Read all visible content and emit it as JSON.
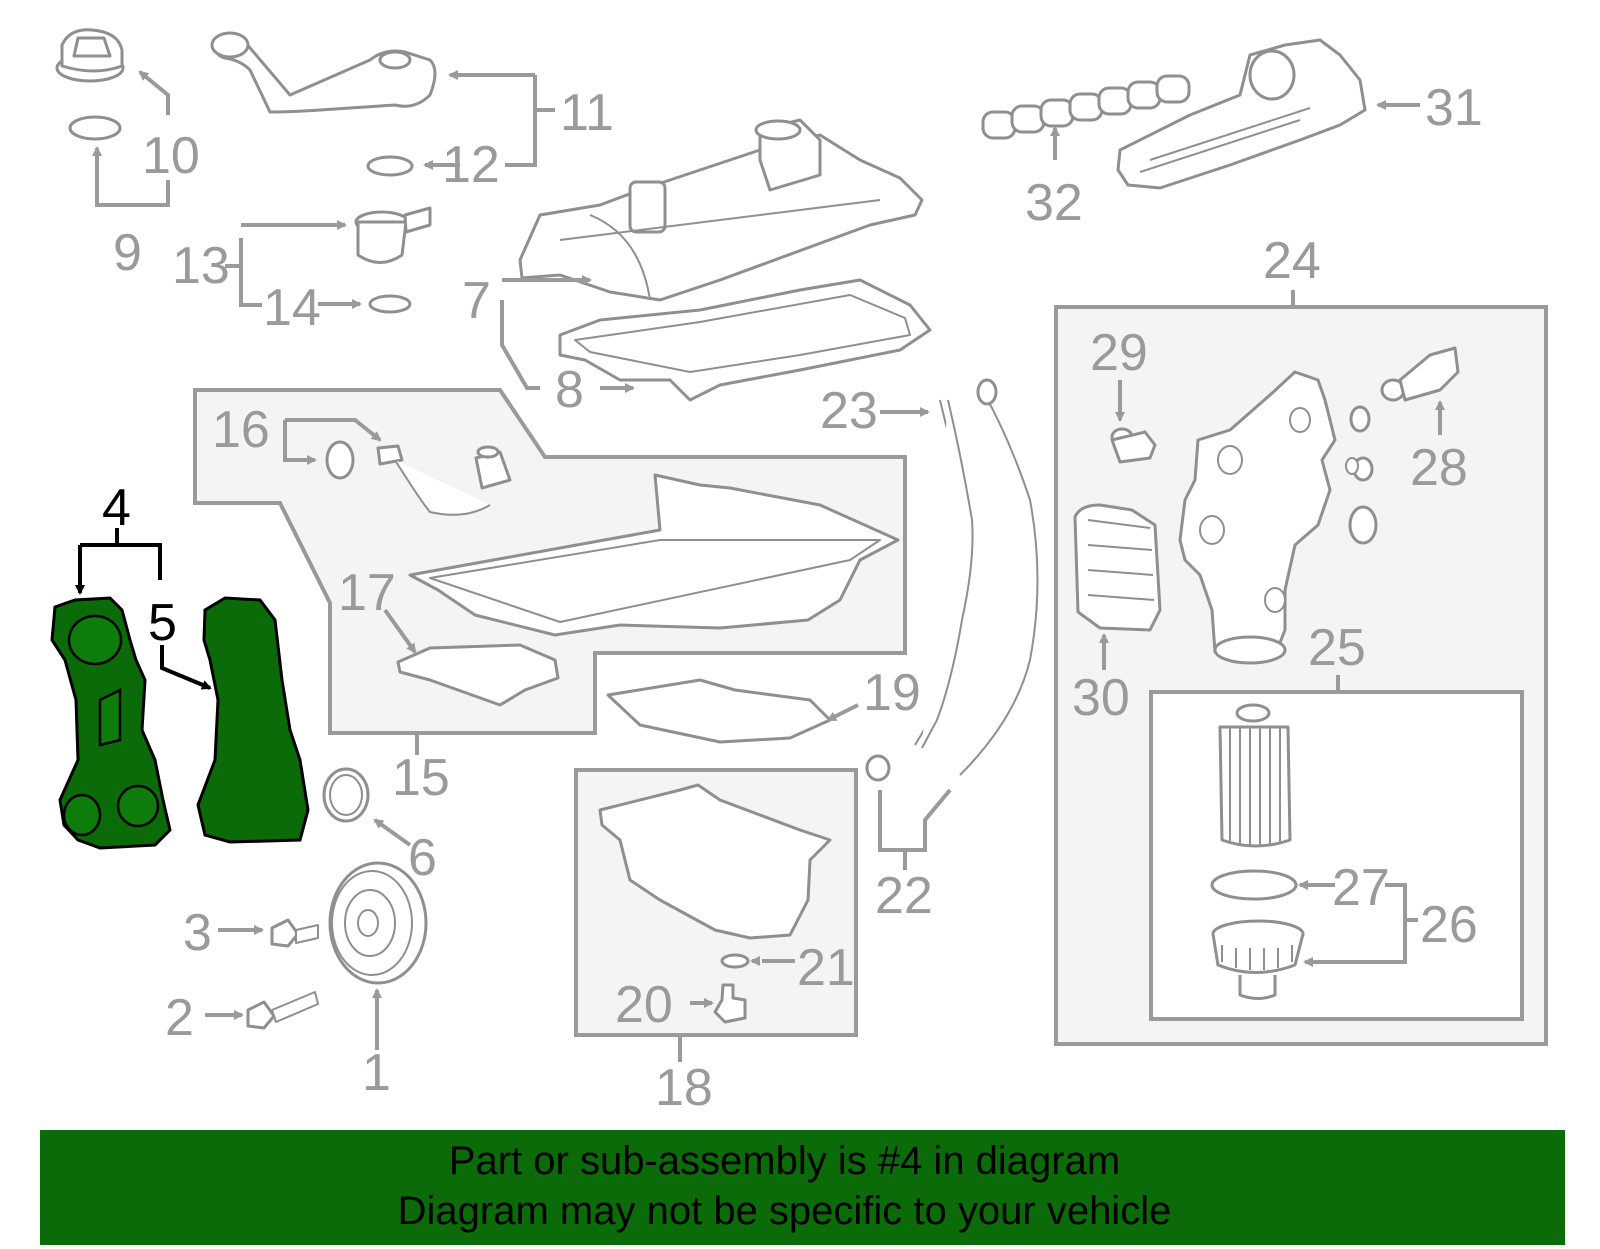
{
  "diagram": {
    "callouts": [
      "1",
      "2",
      "3",
      "4",
      "5",
      "6",
      "7",
      "8",
      "9",
      "10",
      "11",
      "12",
      "13",
      "14",
      "15",
      "16",
      "17",
      "18",
      "19",
      "20",
      "21",
      "22",
      "23",
      "24",
      "25",
      "26",
      "27",
      "28",
      "29",
      "30",
      "31",
      "32"
    ],
    "highlight_color": "#0a6b08"
  },
  "banner": {
    "line1": "Part or sub-assembly is #4 in diagram",
    "line2": "Diagram may not be specific to your vehicle"
  }
}
